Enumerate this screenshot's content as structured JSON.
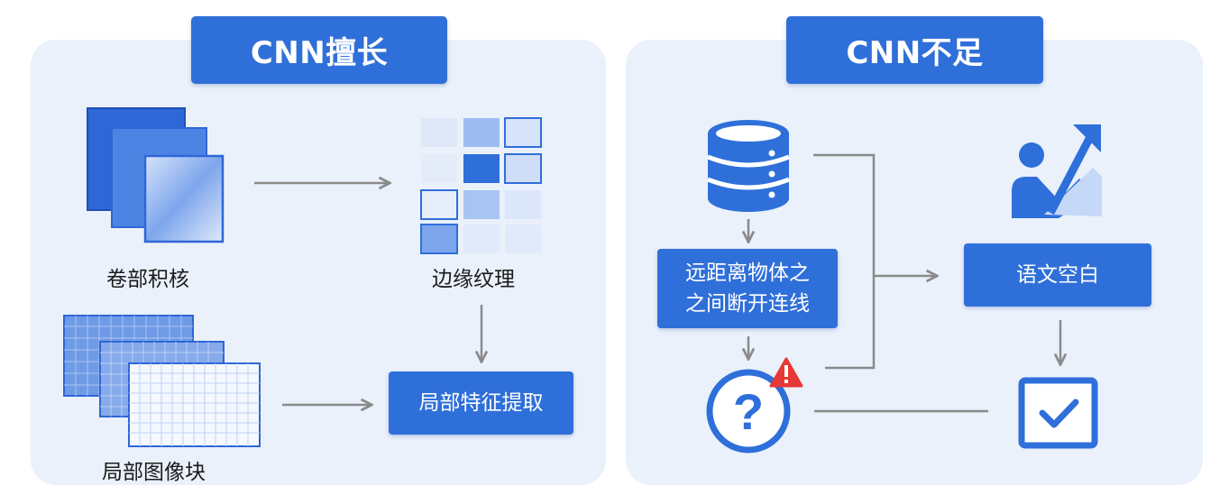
{
  "left": {
    "header": "CNN擅长",
    "kernel_label": "卷部积核",
    "texture_label": "边缘纹理",
    "patch_label": "局部图像块",
    "feature_box": "局部特征提取"
  },
  "right": {
    "header": "CNN不足",
    "gap_box_line1": "远距离物体之",
    "gap_box_line2": "之间断开连线",
    "semantic_box": "语文空白"
  },
  "icons": {
    "kernel": "stacked-layers-icon",
    "texture": "grid-texture-icon",
    "patch": "stacked-grid-icon",
    "database": "database-icon",
    "question": "question-circle-icon",
    "warning": "warning-triangle-icon",
    "semantic": "person-arrow-icon",
    "check": "checkbox-icon"
  },
  "colors": {
    "accent": "#2f6fd9",
    "panel": "#eaf1fb",
    "arrow": "#8a8a8a",
    "warning": "#e53935"
  }
}
